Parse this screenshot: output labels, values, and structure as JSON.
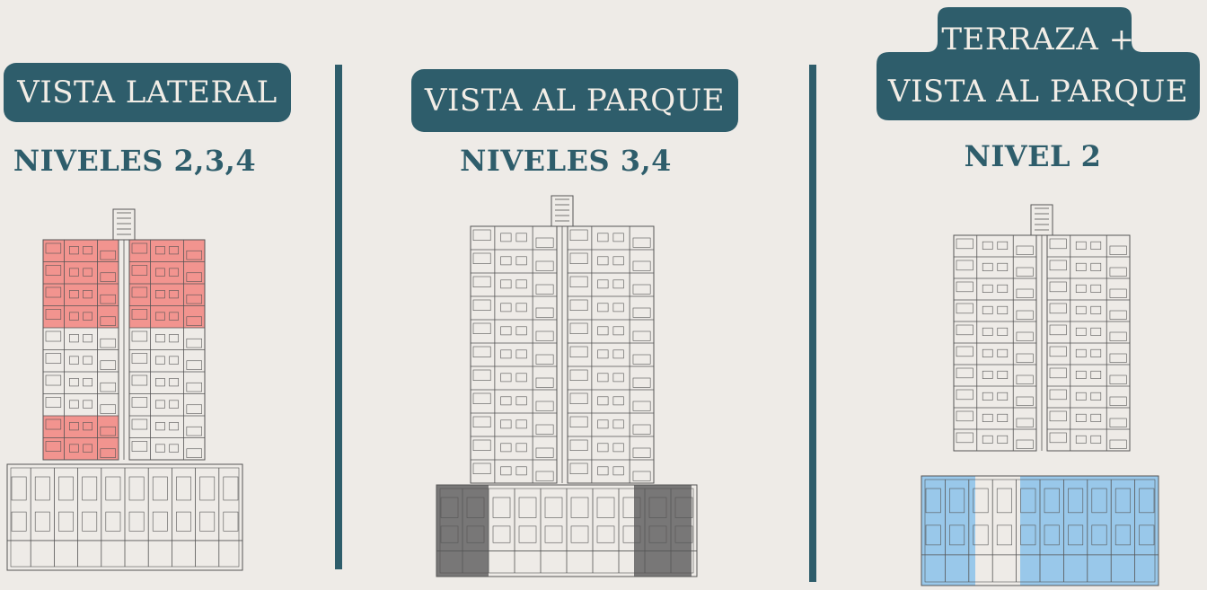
{
  "panels": [
    {
      "badge": "VISTA LATERAL",
      "levels": "NIVELES 2,3,4",
      "highlight": "#f28b85"
    },
    {
      "badge": "VISTA AL PARQUE",
      "levels": "NIVELES 3,4",
      "highlight": "#6a6a6a"
    },
    {
      "badge_line1": "TERRAZA +",
      "badge_line2": "VISTA AL PARQUE",
      "levels": "NIVEL 2",
      "highlight": "#8fc4ea"
    }
  ],
  "colors": {
    "accent": "#2e5d6b",
    "background": "#eeebe7"
  }
}
